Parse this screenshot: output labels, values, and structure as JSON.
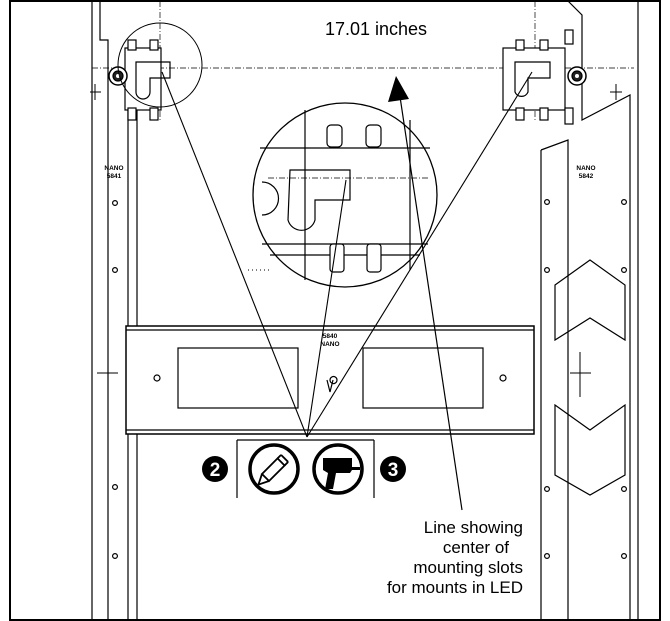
{
  "dimension_label": "17.01 inches",
  "left_rail_label": [
    "NANO",
    "5841"
  ],
  "right_rail_label": [
    "NANO",
    "5842"
  ],
  "center_panel_label": [
    "5840",
    "NANO"
  ],
  "step_badges": {
    "pencil_step": "2",
    "drill_step": "3"
  },
  "icons": {
    "pencil": "pencil-icon",
    "drill": "drill-icon"
  },
  "callout_lines": [
    "Line showing",
    "center of",
    "mounting slots",
    "for mounts in LED"
  ]
}
